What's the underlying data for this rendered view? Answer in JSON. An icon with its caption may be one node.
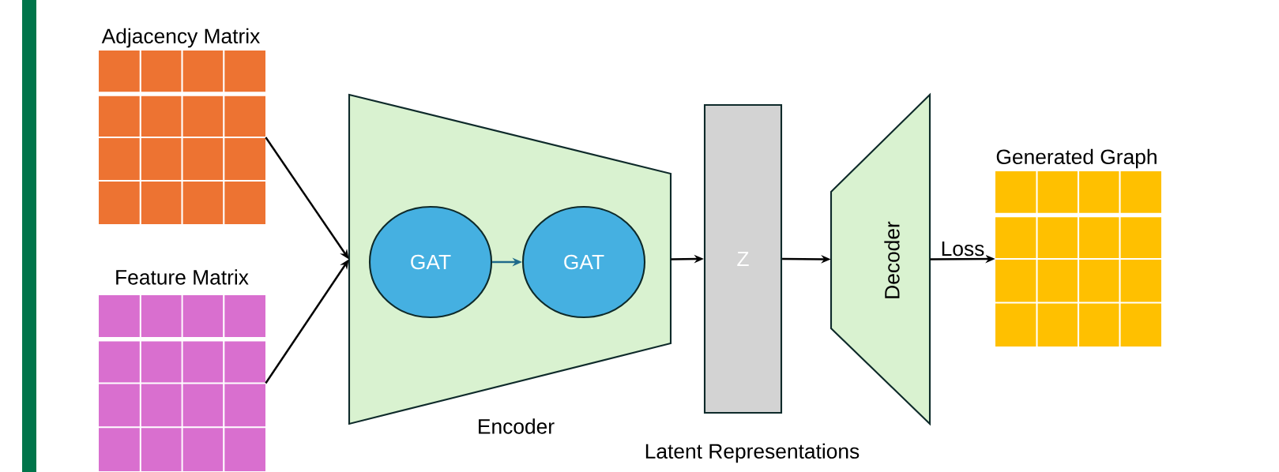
{
  "diagram": {
    "nodes": [
      {
        "text": [],
        "shape": "bar"
      },
      {
        "text": [
          "Adjacency Matrix"
        ]
      },
      {
        "text": [
          "Feature Matrix"
        ]
      },
      {
        "text": [
          "Encoder"
        ]
      },
      {
        "text": [
          "GAT"
        ],
        "in": 3
      },
      {
        "text": [
          "GAT"
        ],
        "in": 3
      },
      {
        "text": [
          "Z",
          "Latent Representations"
        ]
      },
      {
        "text": [
          "Decoder"
        ]
      },
      {
        "text": [
          "Generated Graph"
        ]
      }
    ],
    "edges": [
      {
        "from": 1,
        "to": 3,
        "arrow": "to"
      },
      {
        "from": 2,
        "to": 3,
        "arrow": "to"
      },
      {
        "from": 4,
        "to": 5,
        "arrow": "to",
        "color": "#1f6a8a"
      },
      {
        "from": 3,
        "to": 6,
        "arrow": "to"
      },
      {
        "from": 6,
        "to": 7,
        "arrow": "to"
      },
      {
        "from": 7,
        "to": 8,
        "arrow": "to",
        "label": "Loss"
      }
    ]
  }
}
